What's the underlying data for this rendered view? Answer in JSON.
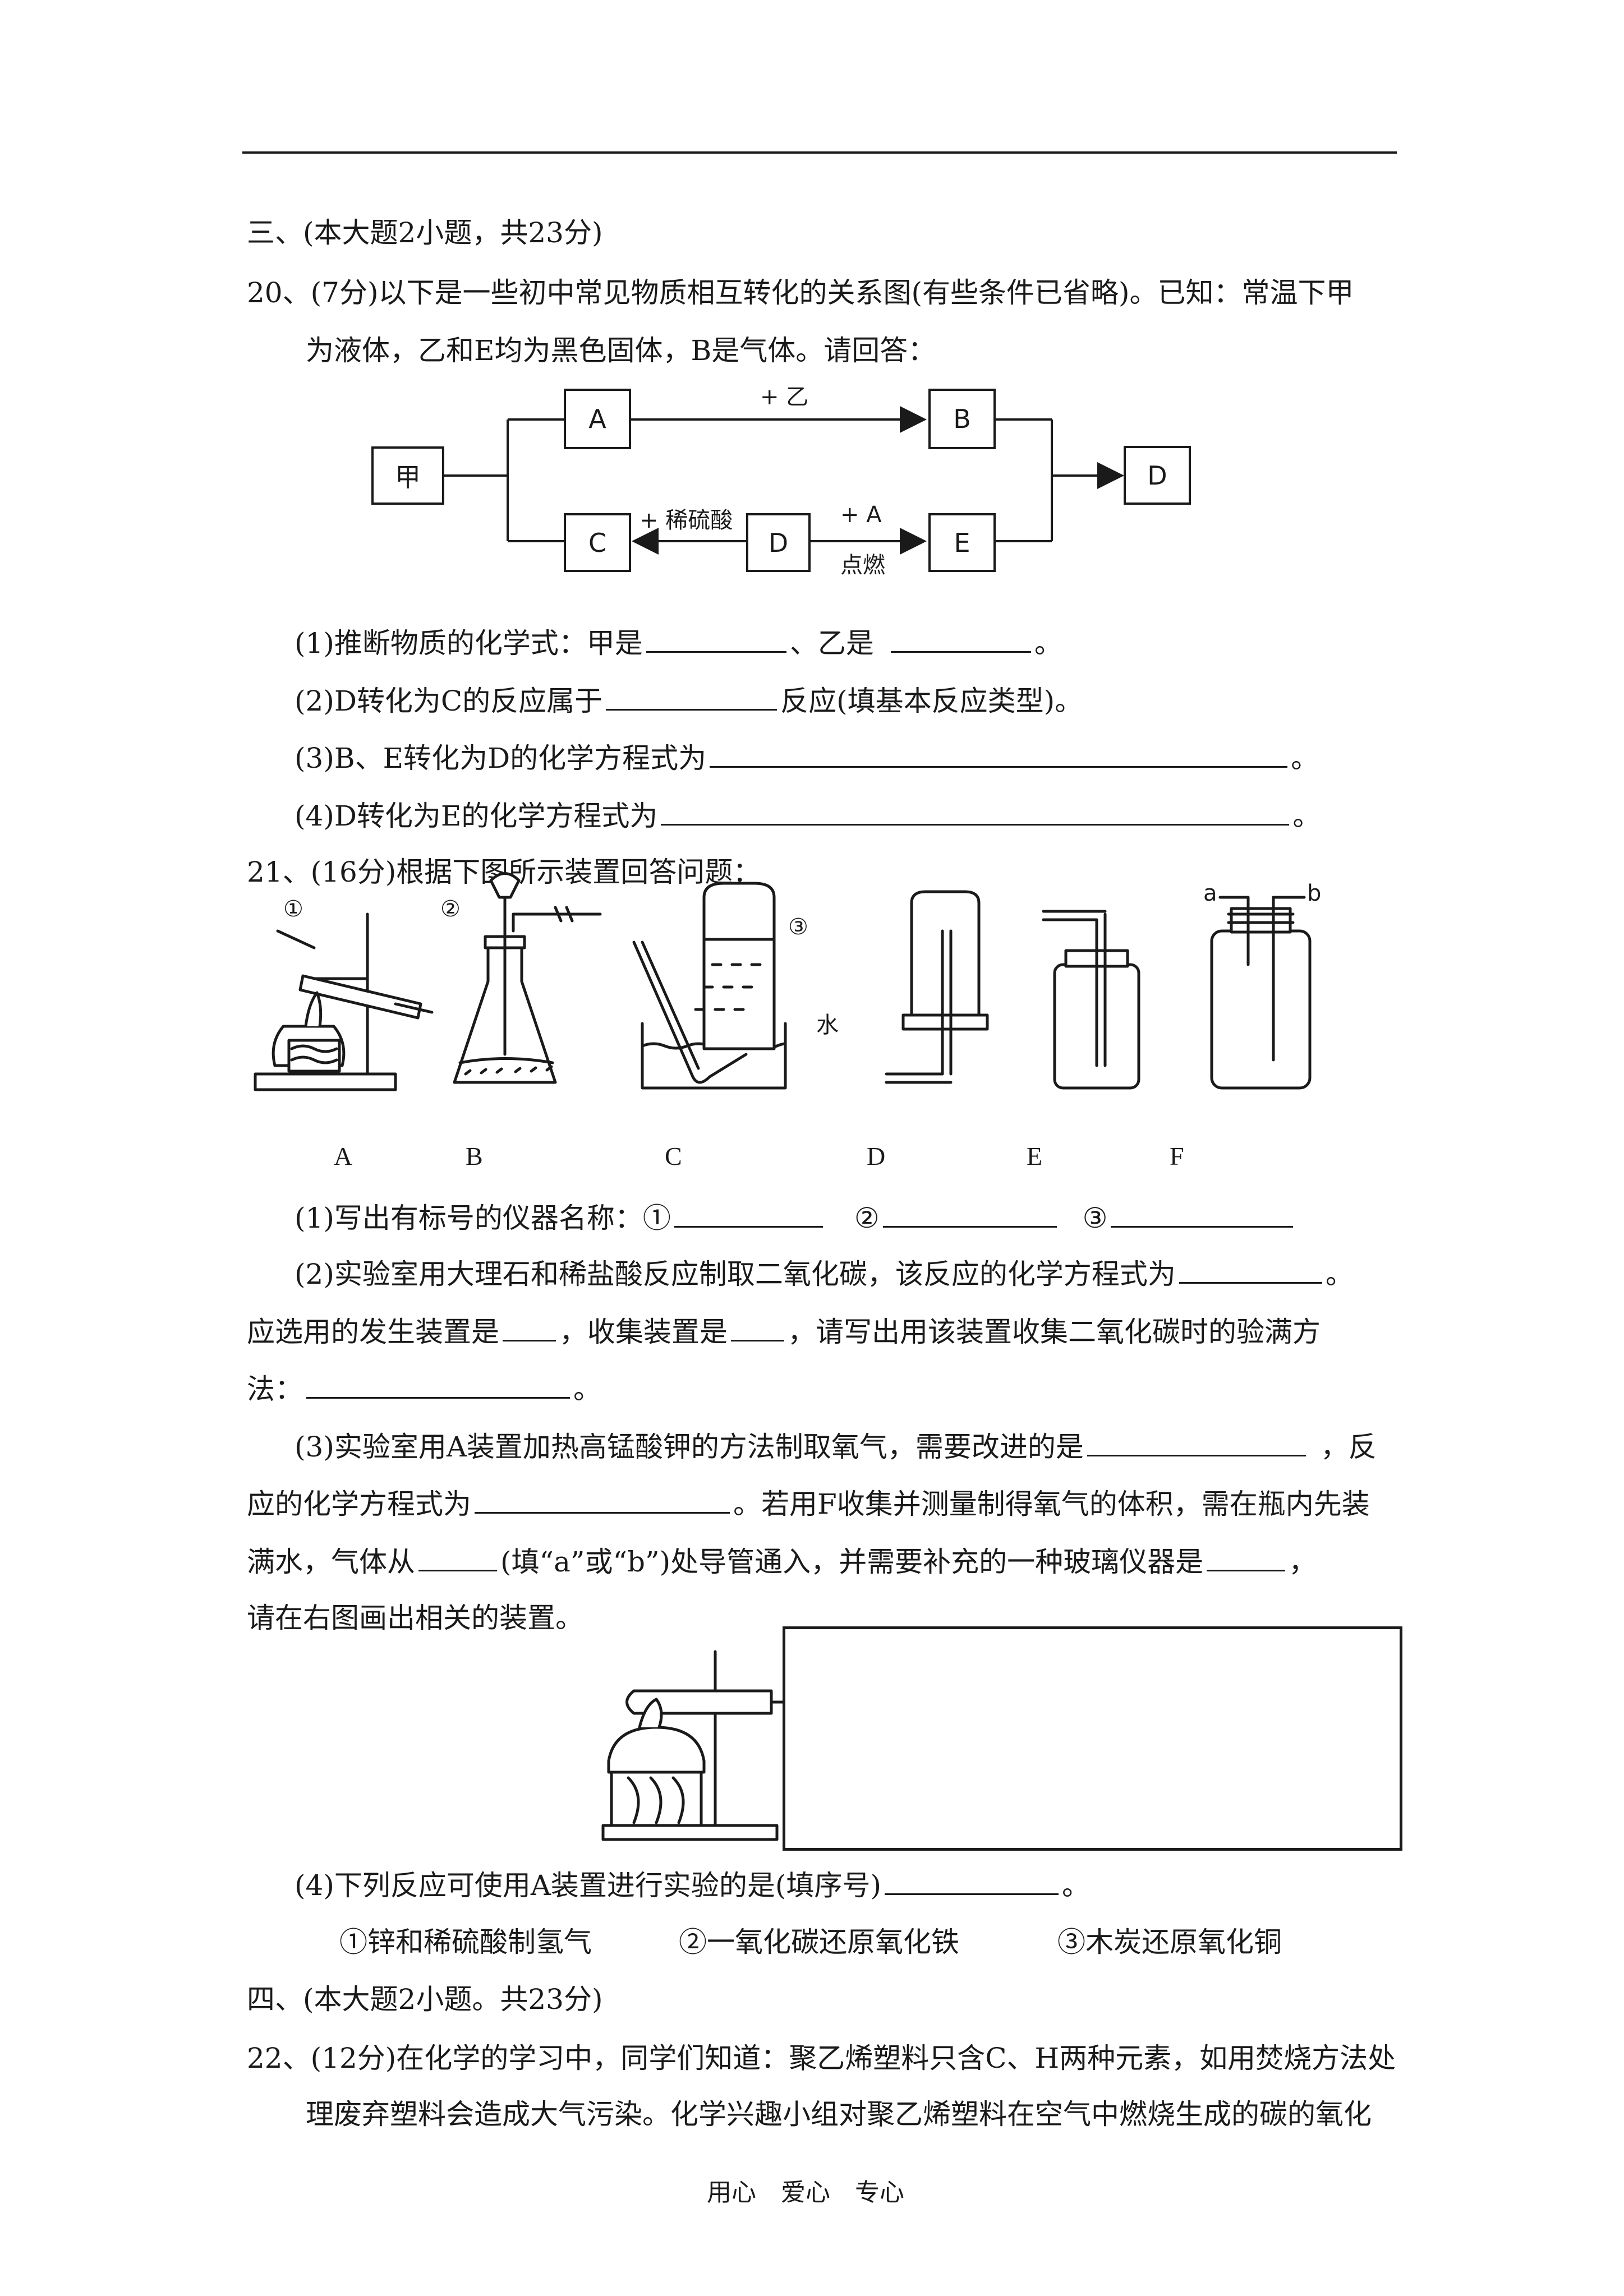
{
  "section3": "三、(本大题2小题，共23分)",
  "q20": {
    "line1": "20、(7分)以下是一些初中常见物质相互转化的关系图(有些条件已省略)。已知：常温下甲",
    "line2": "为液体，乙和E均为黑色固体，B是气体。请回答：",
    "diagram": {
      "jia": "甲",
      "A": "A",
      "B": "B",
      "C": "C",
      "D_mid": "D",
      "E": "E",
      "D_right": "D",
      "plus_yi": "+ 乙",
      "plus_acid": "+ 稀硫酸",
      "plus_A": "+ A",
      "ignite": "点燃"
    },
    "sub1_a": "(1)推断物质的化学式：甲是",
    "sub1_b": "、乙是",
    "sub1_end": "。",
    "sub2_a": "(2)D转化为C的反应属于",
    "sub2_b": "反应(填基本反应类型)。",
    "sub3_a": "(3)B、E转化为D的化学方程式为",
    "sub3_end": "。",
    "sub4_a": "(4)D转化为E的化学方程式为",
    "sub4_end": "。"
  },
  "q21": {
    "line1": "21、(16分)根据下图所示装置回答问题：",
    "markers": {
      "m1": "①",
      "m2": "②",
      "m3": "③",
      "water": "水",
      "a": "a",
      "b": "b"
    },
    "labels": [
      "A",
      "B",
      "C",
      "D",
      "E",
      "F"
    ],
    "sub1_a": "(1)写出有标号的仪器名称：①",
    "sub1_b": "②",
    "sub1_c": "③",
    "sub2_l1": "(2)实验室用大理石和稀盐酸反应制取二氧化碳，该反应的化学方程式为",
    "sub2_l1_end": "。",
    "sub2_l2_a": "应选用的发生装置是",
    "sub2_l2_b": "，收集装置是",
    "sub2_l2_c": "，请写出用该装置收集二氧化碳时的验满方",
    "sub2_l3_a": "法：",
    "sub2_l3_end": "。",
    "sub3_l1_a": "(3)实验室用A装置加热高锰酸钾的方法制取氧气，需要改进的是",
    "sub3_l1_b": "，反",
    "sub3_l2_a": "应的化学方程式为",
    "sub3_l2_b": "。若用F收集并测量制得氧气的体积，需在瓶内先装",
    "sub3_l3_a": "满水，气体从",
    "sub3_l3_b": "(填“a”或“b”)处导管通入，并需要补充的一种玻璃仪器是",
    "sub3_l3_end": "，",
    "sub3_l4": "请在右图画出相关的装置。",
    "sub4_a": "(4)下列反应可使用A装置进行实验的是(填序号)",
    "sub4_end": "。",
    "options": [
      "①锌和稀硫酸制氢气",
      "②一氧化碳还原氧化铁",
      "③木炭还原氧化铜"
    ]
  },
  "section4": "四、(本大题2小题。共23分)",
  "q22": {
    "line1": "22、(12分)在化学的学习中，同学们知道：聚乙烯塑料只含C、H两种元素，如用焚烧方法处",
    "line2": "理废弃塑料会造成大气污染。化学兴趣小组对聚乙烯塑料在空气中燃烧生成的碳的氧化"
  },
  "footer": "用心　爱心　专心"
}
